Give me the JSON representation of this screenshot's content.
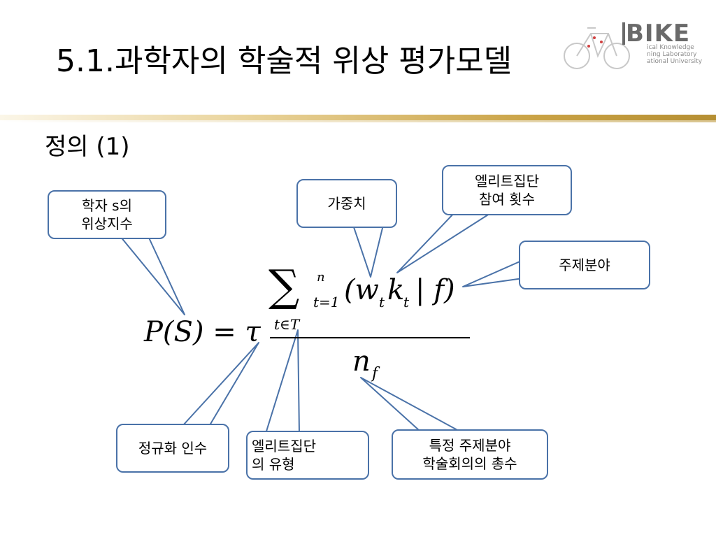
{
  "slide": {
    "title": "5.1.과학자의 학술적 위상 평가모델",
    "subtitle": "정의 (1)",
    "logo": {
      "name": "BIKE",
      "line1": "ical Knowledge",
      "line2": "ning Laboratory",
      "line3": "ational University"
    }
  },
  "formula": {
    "lhs": "P(S) = τ",
    "sum_symbol": "∑",
    "sum_index": "t∈T",
    "inner_upper": "n",
    "inner_lower": "t=1",
    "numerator_term": "(w",
    "w_sub": "t",
    "k_term": "k",
    "k_sub": "t",
    "cond_term": "| f)",
    "denominator": "n",
    "denominator_sub": "f"
  },
  "callouts": {
    "scholar_index": "학자 s의\n위상지수",
    "weight": "가중치",
    "elite_count": "엘리트집단\n참여 횟수",
    "subject_field": "주제분야",
    "normalization": "정규화 인수",
    "elite_type": "엘리트집단\n의 유형",
    "conference_total": "특정 주제분야\n학술회의의 총수"
  },
  "colors": {
    "callout_border": "#4a72a8",
    "divider_gold": "#c9a245"
  }
}
